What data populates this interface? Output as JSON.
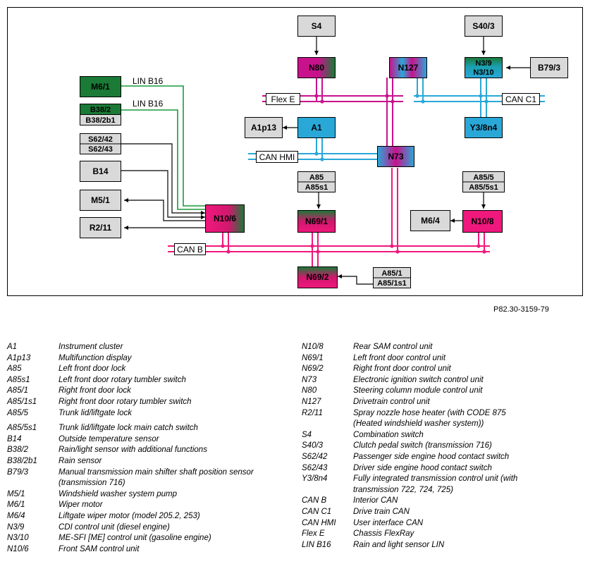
{
  "diagram": {
    "nodes": {
      "S4": "S4",
      "S40_3": "S40/3",
      "N80": "N80",
      "N127": "N127",
      "N3_9": "N3/9",
      "N3_10": "N3/10",
      "B79_3": "B79/3",
      "M6_1": "M6/1",
      "B38_2": "B38/2",
      "B38_2b1": "B38/2b1",
      "A1p13": "A1p13",
      "A1": "A1",
      "Y3_8n4": "Y3/8n4",
      "S62_42": "S62/42",
      "S62_43": "S62/43",
      "N73": "N73",
      "B14": "B14",
      "A85": "A85",
      "A85s1": "A85s1",
      "A85_5": "A85/5",
      "A85_5s1": "A85/5s1",
      "M5_1": "M5/1",
      "N10_6": "N10/6",
      "N69_1": "N69/1",
      "M6_4": "M6/4",
      "N10_8": "N10/8",
      "R2_11": "R2/11",
      "N69_2": "N69/2",
      "A85_1": "A85/1",
      "A85_1s1": "A85/1s1"
    },
    "buses": {
      "flex_e": "Flex E",
      "can_c1": "CAN C1",
      "can_hmi": "CAN HMI",
      "can_b": "CAN B",
      "lin_1": "LIN B16",
      "lin_2": "LIN B16"
    },
    "colors": {
      "flexray": "#c8128c",
      "can_c": "#29a8d8",
      "can_b": "#f0187c",
      "lin": "#1b9a3a",
      "wire": "#000000",
      "box_gray": "#d9d9d9",
      "box_green": "#1a7a36"
    }
  },
  "reference": "P82.30-3159-79",
  "legend": {
    "left": [
      {
        "code": "A1",
        "desc": "Instrument cluster"
      },
      {
        "code": "A1p13",
        "desc": "Multifunction display"
      },
      {
        "code": "A85",
        "desc": "Left front door lock"
      },
      {
        "code": "A85s1",
        "desc": "Left front door rotary tumbler switch"
      },
      {
        "code": "A85/1",
        "desc": "Right front door lock"
      },
      {
        "code": "A85/1s1",
        "desc": "Right front door rotary tumbler switch"
      },
      {
        "code": "A85/5",
        "desc": "Trunk lid/liftgate lock"
      },
      {
        "code": "A85/5s1",
        "desc": "Trunk lid/liftgate lock main catch switch"
      },
      {
        "code": "B14",
        "desc": "Outside temperature sensor"
      },
      {
        "code": "B38/2",
        "desc": "Rain/light sensor with additional functions"
      },
      {
        "code": "B38/2b1",
        "desc": "Rain sensor"
      },
      {
        "code": "B79/3",
        "desc": "Manual transmission main shifter shaft position sensor (transmission 716)"
      },
      {
        "code": "M5/1",
        "desc": "Windshield washer system pump"
      },
      {
        "code": "M6/1",
        "desc": "Wiper motor"
      },
      {
        "code": "M6/4",
        "desc": "Liftgate wiper motor (model 205.2, 253)"
      },
      {
        "code": "N3/9",
        "desc": "CDI control unit (diesel engine)"
      },
      {
        "code": "N3/10",
        "desc": "ME-SFI [ME] control unit (gasoline engine)"
      },
      {
        "code": "N10/6",
        "desc": "Front SAM control unit"
      }
    ],
    "right": [
      {
        "code": "N10/8",
        "desc": "Rear SAM control unit"
      },
      {
        "code": "N69/1",
        "desc": "Left front door control unit"
      },
      {
        "code": "N69/2",
        "desc": "Right front door control unit"
      },
      {
        "code": "N73",
        "desc": "Electronic ignition switch control unit"
      },
      {
        "code": "N80",
        "desc": "Steering column module control unit"
      },
      {
        "code": "N127",
        "desc": "Drivetrain control unit"
      },
      {
        "code": "R2/11",
        "desc": "Spray nozzle hose heater (with CODE 875 (Heated windshield washer system))"
      },
      {
        "code": "S4",
        "desc": "Combination switch"
      },
      {
        "code": "S40/3",
        "desc": "Clutch pedal switch (transmission 716)"
      },
      {
        "code": "S62/42",
        "desc": "Passenger side engine hood contact switch"
      },
      {
        "code": "S62/43",
        "desc": "Driver side engine hood contact switch"
      },
      {
        "code": "Y3/8n4",
        "desc": "Fully integrated transmission control unit (with transmission 722, 724, 725)"
      },
      {
        "code": "CAN B",
        "desc": "Interior CAN"
      },
      {
        "code": "CAN C1",
        "desc": "Drive train CAN"
      },
      {
        "code": "CAN HMI",
        "desc": "User interface CAN"
      },
      {
        "code": "Flex E",
        "desc": "Chassis FlexRay"
      },
      {
        "code": "LIN B16",
        "desc": "Rain and light sensor LIN"
      }
    ]
  }
}
